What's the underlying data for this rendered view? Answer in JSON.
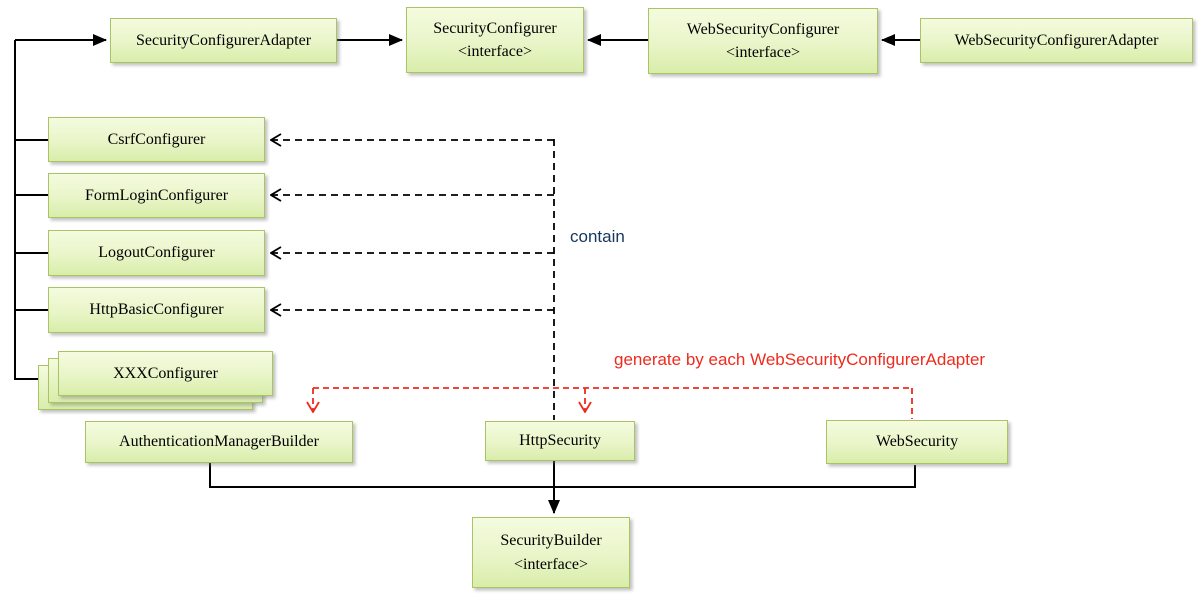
{
  "diagram": {
    "nodes": {
      "security_configurer_adapter": {
        "label": "SecurityConfigurerAdapter"
      },
      "security_configurer": {
        "label": "SecurityConfigurer",
        "stereotype": "<interface>"
      },
      "web_security_configurer": {
        "label": "WebSecurityConfigurer",
        "stereotype": "<interface>"
      },
      "web_security_configurer_adapter": {
        "label": "WebSecurityConfigurerAdapter"
      },
      "csrf_configurer": {
        "label": "CsrfConfigurer"
      },
      "form_login_configurer": {
        "label": "FormLoginConfigurer"
      },
      "logout_configurer": {
        "label": "LogoutConfigurer"
      },
      "http_basic_configurer": {
        "label": "HttpBasicConfigurer"
      },
      "xxx_configurer": {
        "label": "XXXConfigurer"
      },
      "authentication_manager_builder": {
        "label": "AuthenticationManagerBuilder"
      },
      "http_security": {
        "label": "HttpSecurity"
      },
      "web_security": {
        "label": "WebSecurity"
      },
      "security_builder": {
        "label": "SecurityBuilder",
        "stereotype": "<interface>"
      }
    },
    "annotations": {
      "contain": {
        "text": "contain",
        "color": "#17365d"
      },
      "generate": {
        "text": "generate by each WebSecurityConfigurerAdapter",
        "color": "#ee2b1e"
      }
    },
    "colors": {
      "box_fill_top": "#f4fbdf",
      "box_fill_bottom": "#d9edaa",
      "box_border": "#a9c463",
      "solid_line": "#000000",
      "dashed_line": "#000000",
      "generate_line": "#ee2b1e"
    }
  }
}
